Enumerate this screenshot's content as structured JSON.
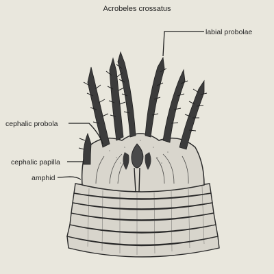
{
  "figure": {
    "title": "Acrobeles crossatus",
    "labels": {
      "labial_probolae": "labial probolae",
      "cephalic_probola": "cephalic probola",
      "cephalic_papilla": "cephalic papilla",
      "amphid": "amphid"
    }
  },
  "colors": {
    "background": "#e9e7dd",
    "ink": "#2a2a2a",
    "body_fill": "#d6d3cb"
  }
}
